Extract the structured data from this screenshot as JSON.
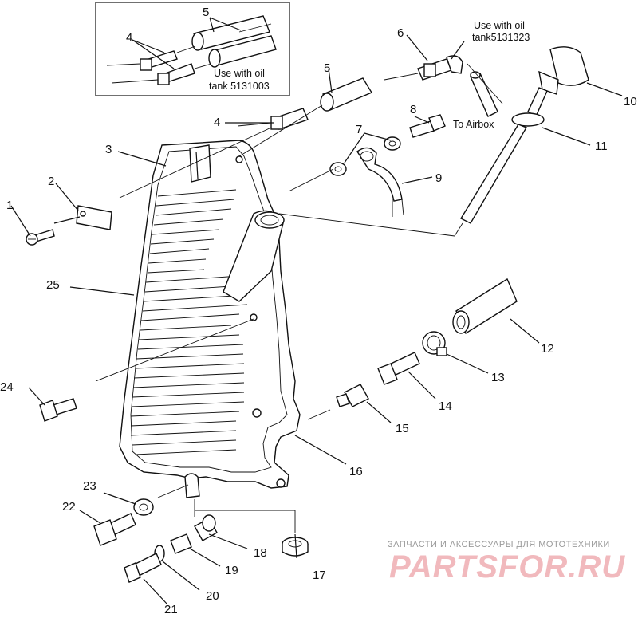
{
  "diagram": {
    "callouts": [
      "1",
      "2",
      "3",
      "4",
      "4",
      "5",
      "5",
      "6",
      "7",
      "8",
      "9",
      "10",
      "11",
      "12",
      "13",
      "14",
      "15",
      "16",
      "17",
      "18",
      "19",
      "20",
      "21",
      "22",
      "23",
      "24",
      "25"
    ],
    "notes": {
      "inset_note_line1": "Use with oil",
      "inset_note_line2": "tank 5131003",
      "top_note_line1": "Use with oil",
      "top_note_line2": "tank5131323",
      "airbox": "To Airbox"
    }
  },
  "watermark": {
    "tagline": "ЗАПЧАСТИ И АКСЕССУАРЫ ДЛЯ МОТОТЕХНИКИ",
    "brand": "PARTSFOR.RU",
    "brand_color": "#e8737c"
  }
}
